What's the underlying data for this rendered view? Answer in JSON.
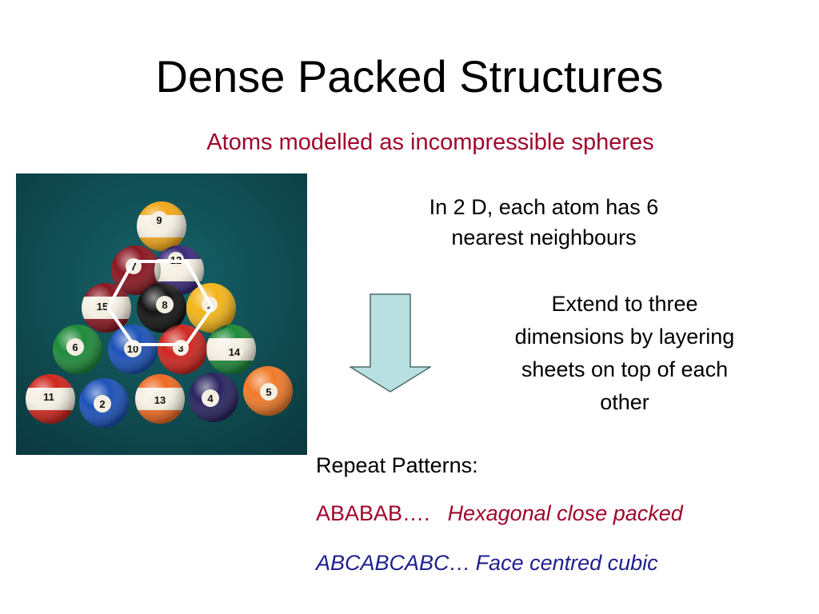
{
  "title": "Dense Packed Structures",
  "subtitle": "Atoms modelled as incompressible spheres",
  "photo": {
    "balls": [
      "9",
      "12",
      "7",
      "15",
      "8",
      "1",
      "6",
      "10",
      "3",
      "14",
      "11",
      "2",
      "13",
      "4",
      "5"
    ]
  },
  "text_2d": {
    "line1": "In 2 D, each atom has 6",
    "line2": "nearest neighbours"
  },
  "text_extend": {
    "line1": "Extend to three",
    "line2": "dimensions by layering",
    "line3": "sheets on top of each",
    "line4": "other"
  },
  "repeat": {
    "heading": "Repeat Patterns:",
    "row1_pattern": "ABABAB….",
    "row1_name": "Hexagonal close packed",
    "row2_pattern": "ABCABCABC…",
    "row2_name": "Face centred cubic"
  },
  "colors": {
    "title": "#000000",
    "accent_red": "#a0062c",
    "accent_blue": "#1f1f8f",
    "arrow_fill": "#b9e0e0",
    "felt": "#0e4a4f"
  }
}
